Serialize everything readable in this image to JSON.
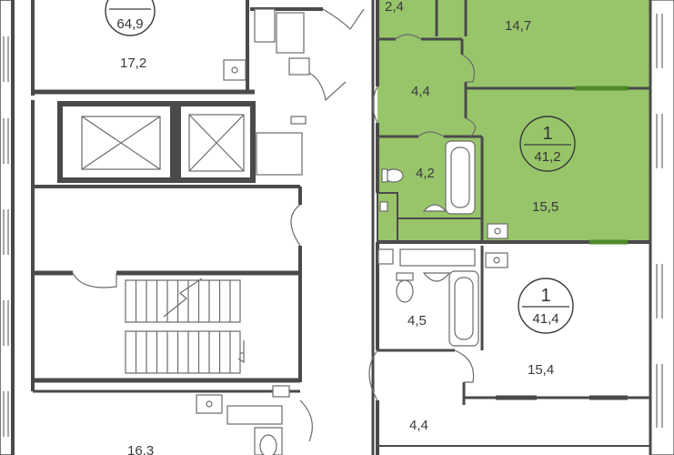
{
  "plan": {
    "highlight_color": "#98c56a",
    "accent_color": "#4f8a2a",
    "apartments": [
      {
        "name": "top-left",
        "rooms": "",
        "area": "64,9",
        "living": "17,2"
      },
      {
        "name": "highlighted",
        "rooms": "1",
        "area": "41,2"
      },
      {
        "name": "lower-right",
        "rooms": "1",
        "area": "41,4"
      }
    ],
    "room_areas": {
      "r_2_4": "2,4",
      "r_14_7": "14,7",
      "r_4_4_top": "4,4",
      "r_4_2": "4,2",
      "r_15_5": "15,5",
      "r_4_5": "4,5",
      "r_15_4": "15,4",
      "r_4_4_bottom": "4,4",
      "r_16_3": "16,3"
    }
  }
}
